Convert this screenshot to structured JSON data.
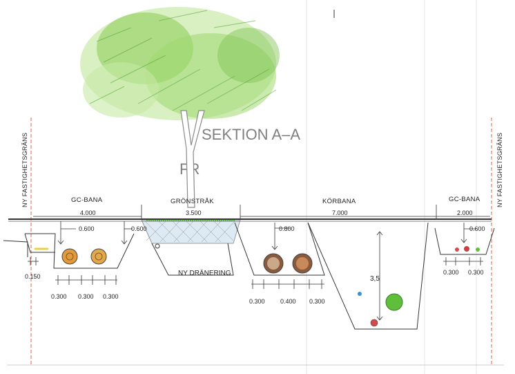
{
  "drawing": {
    "background_title_fragment": "SEKTION A–A",
    "background_fragment_2": "FR",
    "tree_crown_color": "#8fce5a",
    "tree_crown_dark": "#5aa83c",
    "trunk_color": "#9a9a9a"
  },
  "boundaries": {
    "left_label": "NY FASTIGHETSGRÄNS",
    "right_label": "NY FASTIGHETSGRÄNS",
    "color": "#d46a4a"
  },
  "zones": [
    {
      "name": "GC-BANA",
      "width": "4.000"
    },
    {
      "name": "GRÖNSTRÅK",
      "width": "3.500"
    },
    {
      "name": "KÖRBANA",
      "width": "7.000"
    },
    {
      "name": "GC-BANA",
      "width": "2.000"
    }
  ],
  "annotations": {
    "depth_gc_left_1": "0.600",
    "depth_gc_left_2": "0.600",
    "depth_korbana": "0.800",
    "depth_gc_right": "0.600",
    "edge_left": "0.150",
    "drain_label": "NY DRÄNERING",
    "deep_trench_depth": "3,5"
  },
  "spacings": {
    "gc_left": [
      "0.300",
      "0.300",
      "0.300"
    ],
    "korbana": [
      "0.300",
      "0.400",
      "0.300"
    ],
    "gc_right": [
      "0.300",
      "0.300"
    ]
  },
  "pipe_colors": {
    "orange": "#e39a3c",
    "brown": "#8a5a3c",
    "green": "#5fbf3a",
    "blue": "#3a8fd8",
    "red": "#d34a4a"
  }
}
